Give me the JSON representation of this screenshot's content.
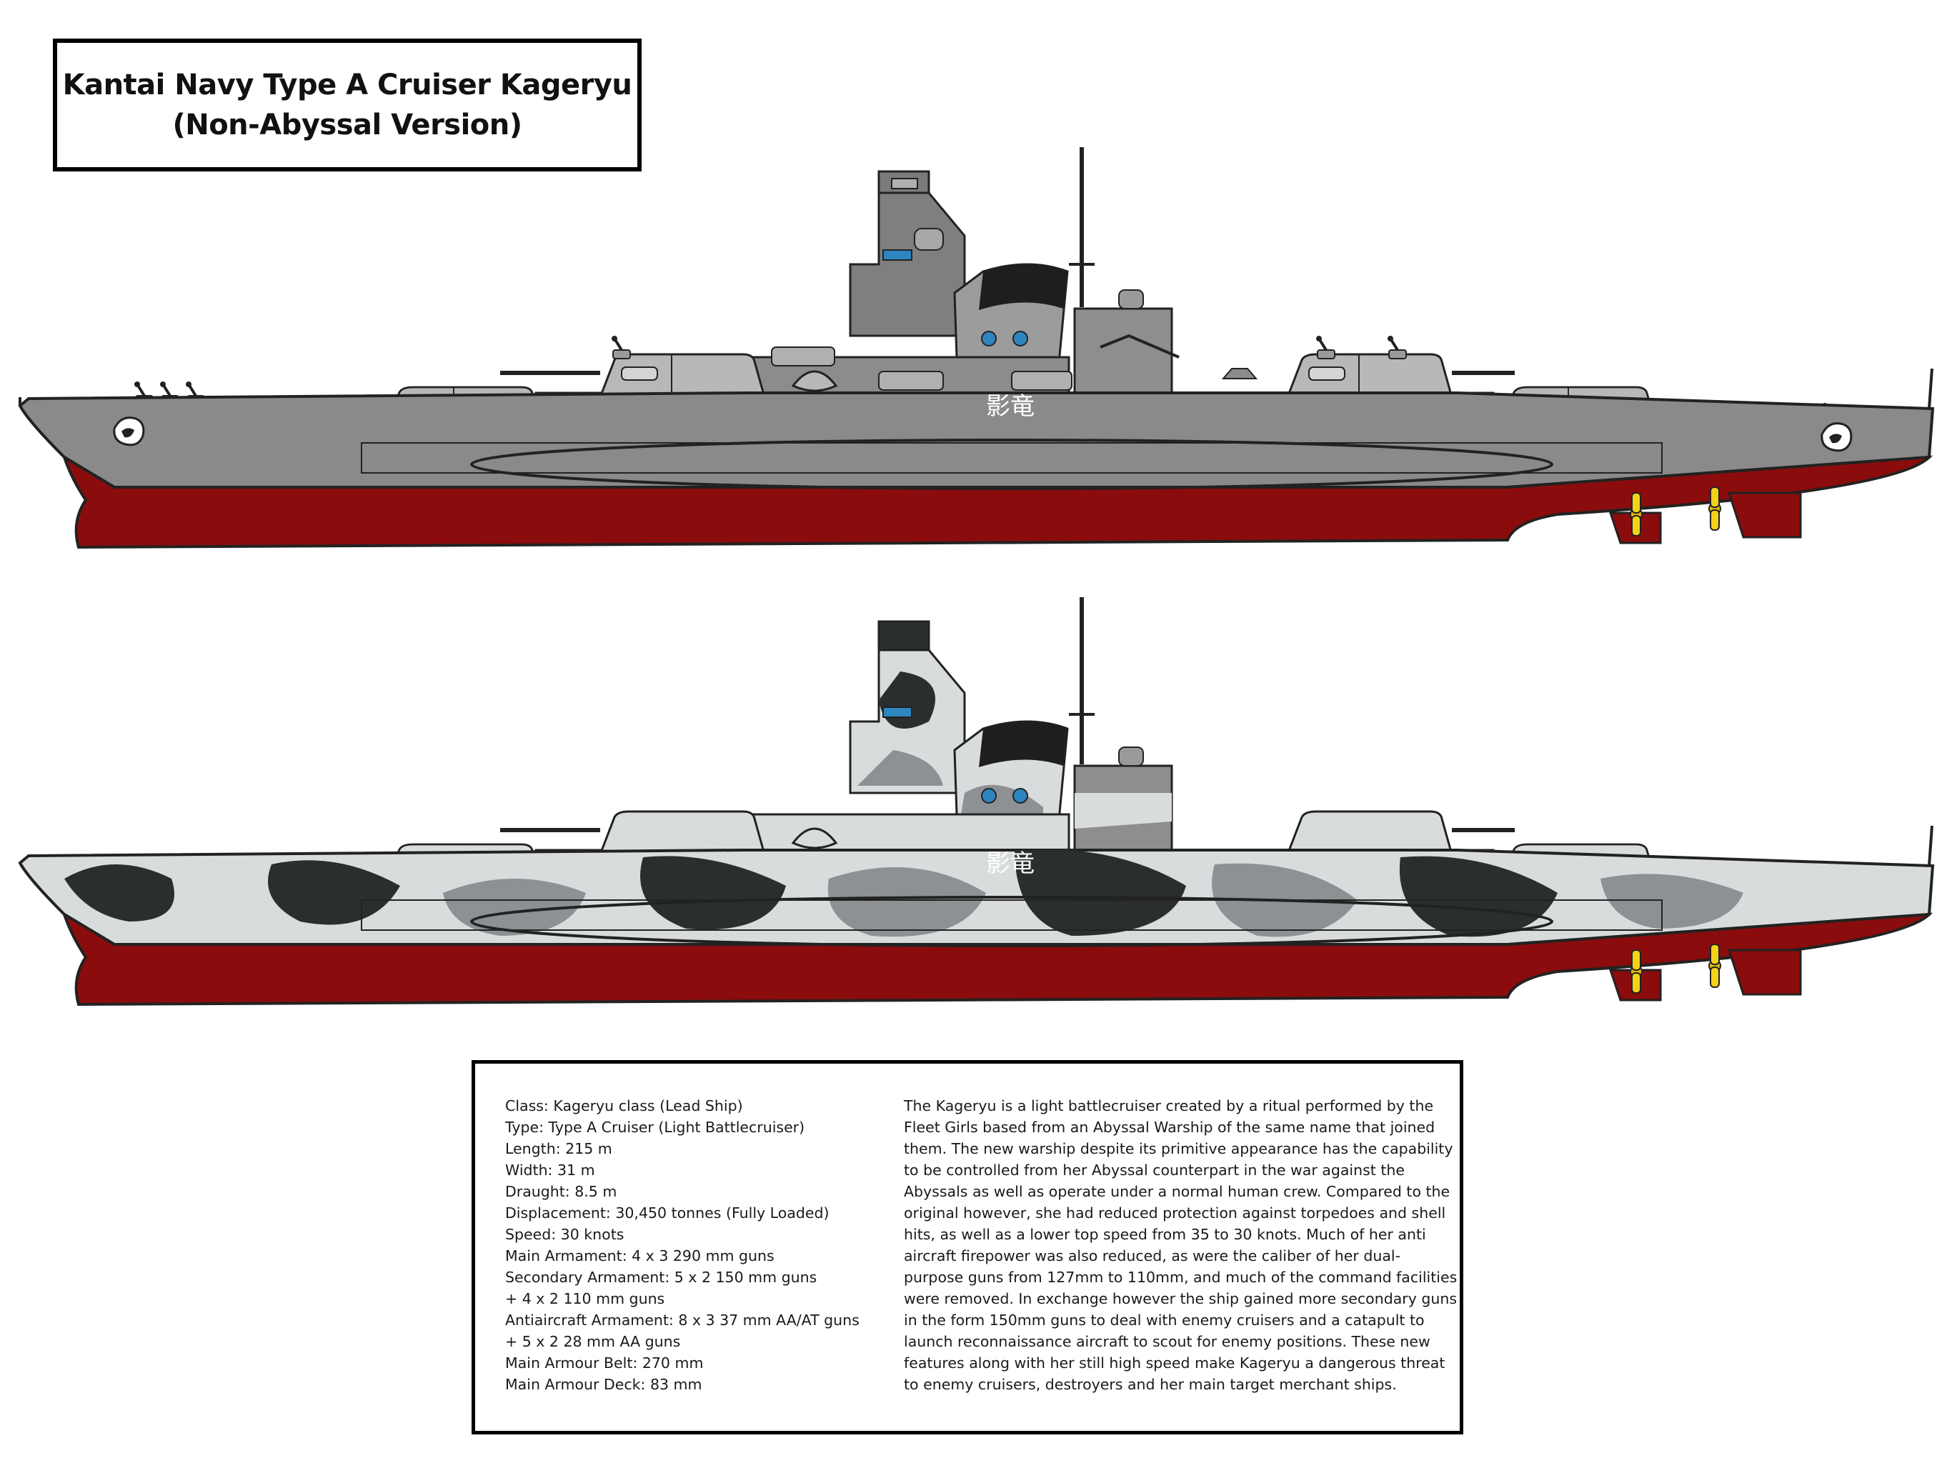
{
  "title": {
    "line1": "Kantai Navy Type A Cruiser Kageryu",
    "line2": "(Non-Abyssal Version)"
  },
  "ship": {
    "hull_name": "影竜",
    "colors": {
      "hull_grey": "#8a8a8a",
      "hull_red": "#8b0c0c",
      "camo_dark": "#2a2f2e",
      "camo_mid": "#8d9194",
      "camo_light": "#d8dcdc",
      "propeller": "#f2d21b",
      "window_blue": "#2e86c1"
    },
    "icons": [
      "emblem-icon",
      "propeller-icon",
      "main-turret-icon",
      "aa-gun-icon"
    ]
  },
  "specs": [
    "Class: Kageryu class (Lead Ship)",
    "Type: Type A Cruiser (Light Battlecruiser)",
    "Length: 215 m",
    "Width: 31 m",
    "Draught: 8.5 m",
    "Displacement: 30,450 tonnes (Fully Loaded)",
    "Speed: 30 knots",
    "Main Armament: 4 x 3 290 mm guns",
    "Secondary Armament: 5 x 2 150 mm guns",
    "+ 4 x 2 110 mm guns",
    "Antiaircraft Armament: 8 x 3 37 mm AA/AT guns",
    "+ 5 x 2 28 mm AA guns",
    "Main Armour Belt: 270 mm",
    "Main Armour Deck: 83 mm"
  ],
  "description": [
    "The Kageryu is a light battlecruiser created by a ritual performed by the",
    "Fleet Girls based from an Abyssal Warship of the same name that joined",
    "them. The new warship despite its primitive appearance has the capability",
    "to be controlled from her Abyssal counterpart in the war against the",
    "Abyssals as well as operate under a normal human crew. Compared to the",
    "original however, she had reduced protection against torpedoes and shell",
    "hits, as well as a lower top speed from 35 to 30 knots. Much of her anti",
    "aircraft firepower was also reduced, as were the caliber of her dual-",
    "purpose guns from 127mm to 110mm, and much of the command facilities",
    "were removed. In exchange however the ship gained more secondary guns",
    "in the form 150mm guns to deal with enemy cruisers and a catapult to",
    "launch reconnaissance aircraft to scout for enemy positions. These new",
    "features along with her still high speed make Kageryu a dangerous threat",
    "to enemy cruisers, destroyers and her main target merchant ships."
  ]
}
